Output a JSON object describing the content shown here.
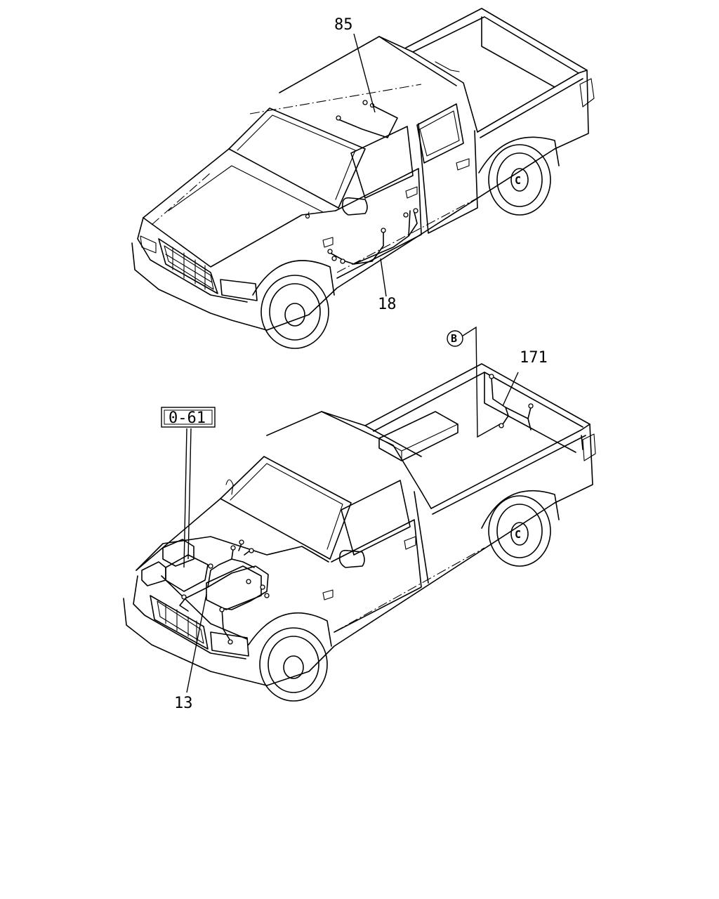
{
  "labels": {
    "part_85": "85",
    "part_18": "18",
    "part_171": "171",
    "part_13": "13",
    "ref_box": "0-61",
    "circle_ref": "B"
  }
}
